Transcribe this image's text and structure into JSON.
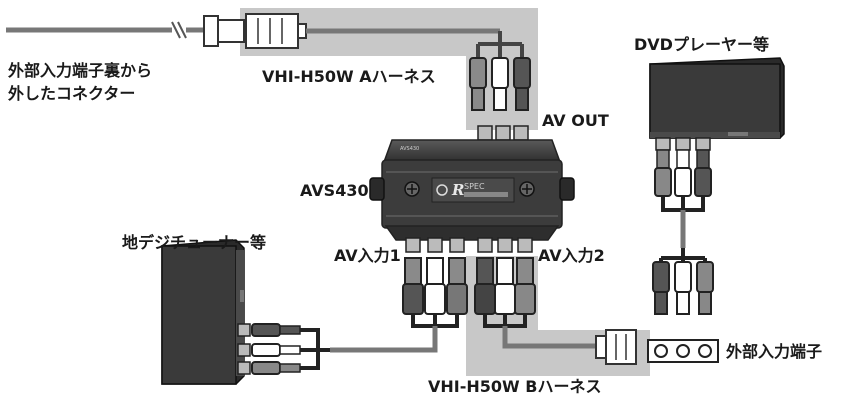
{
  "labels": {
    "ext_cable_line1": "外部入力端子裏から",
    "ext_cable_line2": "外したコネクター",
    "harness_a": "VHI-H50W Aハーネス",
    "av_out": "AV OUT",
    "dvd": "DVDプレーヤー等",
    "avs430": "AVS430",
    "digital_tuner": "地デジチューナー等",
    "av_in1": "AV入力1",
    "av_in2": "AV入力2",
    "ext_input": "外部入力端子",
    "harness_b": "VHI-H50W Bハーネス"
  },
  "device": {
    "model_print": "AVS430",
    "brand_print": "SPEC"
  },
  "colors": {
    "harness_band": "#c8c8c8",
    "cable": "#777777",
    "rca_white": "#ffffff",
    "rca_red": "#555555",
    "rca_yellow": "#8a8a8a",
    "device_body": "#3c3c3c"
  }
}
